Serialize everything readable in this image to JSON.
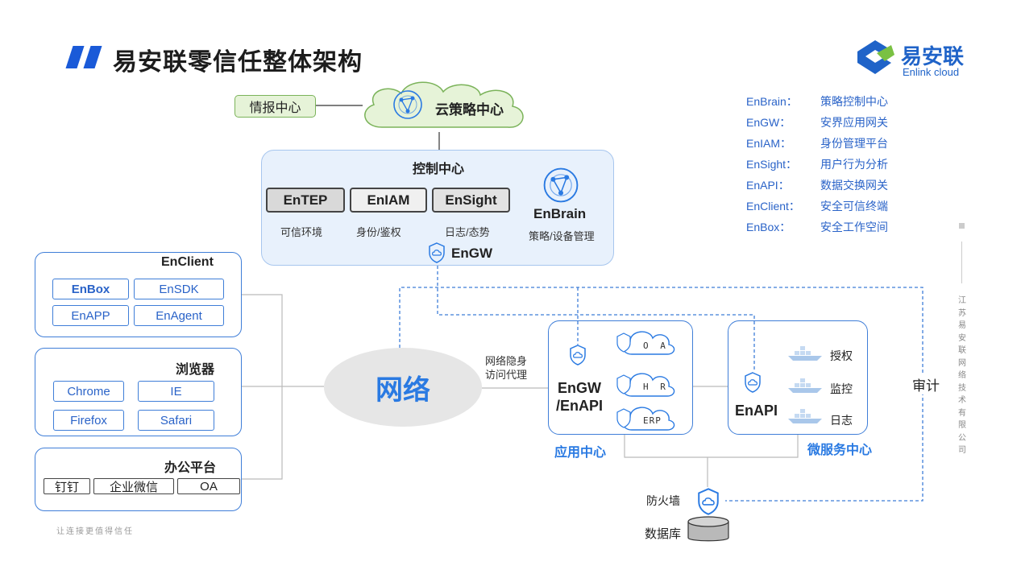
{
  "title": "易安联零信任整体架构",
  "logo": {
    "name": "易安联",
    "sub": "Enlink cloud"
  },
  "legend": [
    {
      "key": "EnBrain：",
      "value": "策略控制中心"
    },
    {
      "key": "EnGW：",
      "value": "安界应用网关"
    },
    {
      "key": "EnIAM：",
      "value": "身份管理平台"
    },
    {
      "key": "EnSight：",
      "value": "用户行为分析"
    },
    {
      "key": "EnAPI：",
      "value": "数据交换网关"
    },
    {
      "key": "EnClient：",
      "value": "安全可信终端"
    },
    {
      "key": "EnBox：",
      "value": "安全工作空间"
    }
  ],
  "top": {
    "intel": "情报中心",
    "cloud": "云策略中心"
  },
  "control": {
    "title": "控制中心",
    "modules": [
      {
        "name": "EnTEP",
        "caption": "可信环境"
      },
      {
        "name": "EnIAM",
        "caption": "身份/鉴权"
      },
      {
        "name": "EnSight",
        "caption": "日志/态势"
      }
    ],
    "brain": "EnBrain",
    "brain_caption": "策略/设备管理",
    "gw": "EnGW"
  },
  "client": {
    "title": "EnClient",
    "items": [
      "EnBox",
      "EnSDK",
      "EnAPP",
      "EnAgent"
    ]
  },
  "browser": {
    "title": "浏览器",
    "items": [
      "Chrome",
      "IE",
      "Firefox",
      "Safari"
    ]
  },
  "office": {
    "title": "办公平台",
    "items": [
      "钉钉",
      "企业微信",
      "OA"
    ]
  },
  "network": {
    "label": "网络",
    "proxy1": "网络隐身",
    "proxy2": "访问代理"
  },
  "app_center": {
    "gw1": "EnGW",
    "gw2": "/EnAPI",
    "apps": [
      "O A",
      "H R",
      "ERP"
    ],
    "caption": "应用中心"
  },
  "micro": {
    "api": "EnAPI",
    "services": [
      "授权",
      "监控",
      "日志"
    ],
    "caption": "微服务中心"
  },
  "audit": "审计",
  "firewall": "防火墙",
  "database": "数据库",
  "footer": "让连接更值得信任",
  "vertical_text": "江苏易安联网络技术有限公司",
  "colors": {
    "accent": "#2a7ae2",
    "brand": "#1a5ad8",
    "panel_bg": "#e8f1fc",
    "green_bg": "#e6f3d8",
    "green_border": "#7bb35a"
  }
}
